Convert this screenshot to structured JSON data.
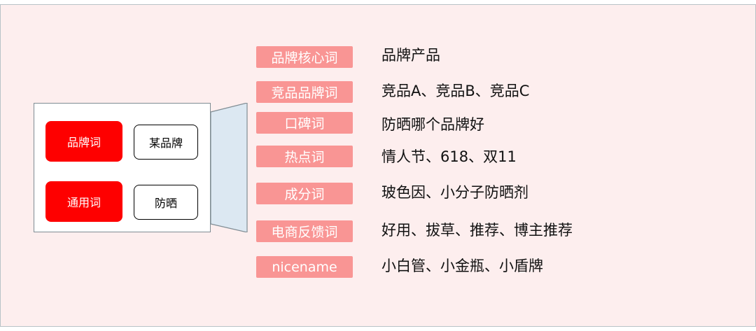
{
  "left_panel": {
    "row1": {
      "category": "品牌词",
      "example": "某品牌"
    },
    "row2": {
      "category": "通用词",
      "example": "防晒"
    }
  },
  "keyword_types": [
    {
      "label": "品牌核心词",
      "examples": "品牌产品"
    },
    {
      "label": "竞品品牌词",
      "examples": "竞品A、竞品B、竞品C"
    },
    {
      "label": "口碑词",
      "examples": "防晒哪个品牌好"
    },
    {
      "label": "热点词",
      "examples": "情人节、618、双11"
    },
    {
      "label": "成分词",
      "examples": "玻色因、小分子防晒剂"
    },
    {
      "label": "电商反馈词",
      "examples": "好用、拔草、推荐、博主推荐"
    },
    {
      "label": "nicename",
      "examples": "小白管、小金瓶、小盾牌"
    }
  ],
  "colors": {
    "background": "#fdeeee",
    "category_red": "#fe0000",
    "tag_pink": "#f99594",
    "funnel_fill": "#dce8f2",
    "funnel_stroke": "#7f8c93"
  }
}
